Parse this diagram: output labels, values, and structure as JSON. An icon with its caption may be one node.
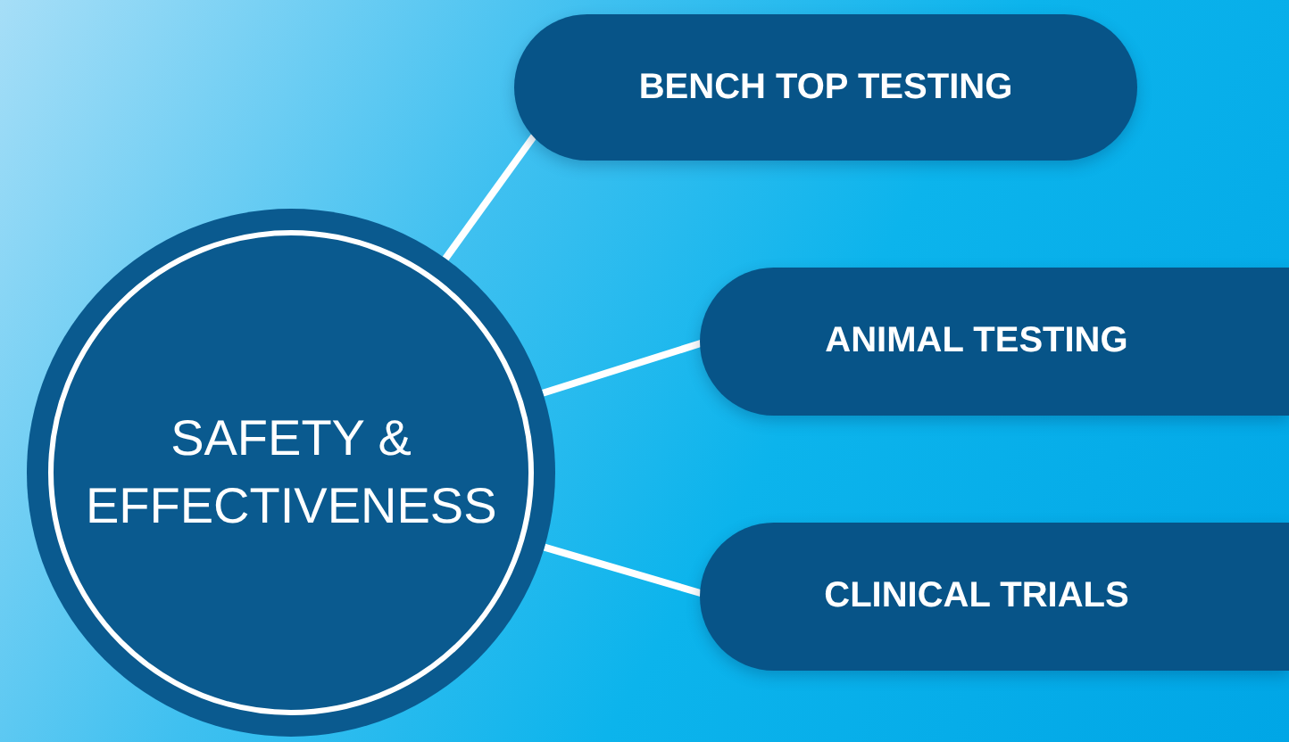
{
  "diagram": {
    "nodes": [
      {
        "text": [
          "SAFETY & EFFECTIVENESS"
        ]
      },
      {
        "text": [
          "BENCH TOP TESTING"
        ]
      },
      {
        "text": [
          "ANIMAL TESTING"
        ]
      },
      {
        "text": [
          "CLINICAL TRIALS"
        ]
      }
    ],
    "edges": [
      {
        "from": 0,
        "to": 1,
        "arrow": "none"
      },
      {
        "from": 0,
        "to": 2,
        "arrow": "none"
      },
      {
        "from": 0,
        "to": 3,
        "arrow": "none"
      }
    ]
  }
}
